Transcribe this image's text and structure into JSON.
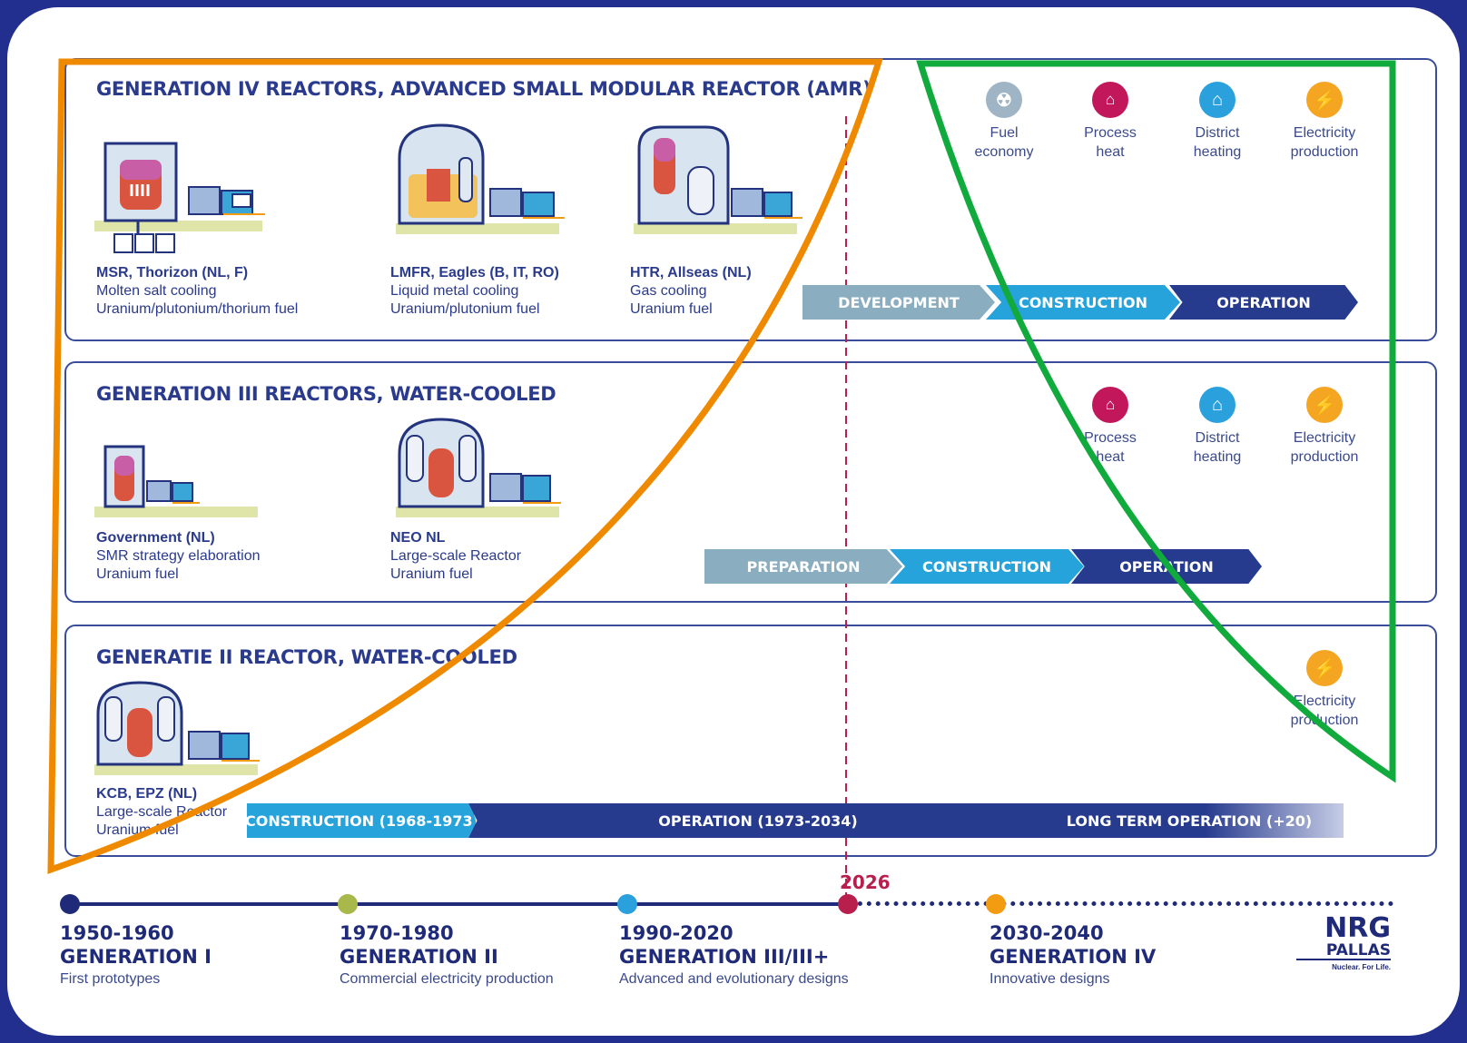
{
  "colors": {
    "frame": "#232f8e",
    "navy": "#1f2a78",
    "stage_grey": "#8aaec0",
    "stage_cyan": "#27a3dc",
    "stage_navy": "#263a8e",
    "orange_annotation": "#ef8a00",
    "green_annotation": "#11aa3c",
    "marker_red": "#b81f4d"
  },
  "sections": {
    "gen4": {
      "title": "GENERATION IV REACTORS, ADVANCED SMALL MODULAR REACTOR (AMR)",
      "reactors": [
        {
          "name": "MSR, Thorizon (NL, F)",
          "line1": "Molten salt cooling",
          "line2": "Uranium/plutonium/thorium fuel"
        },
        {
          "name": "LMFR, Eagles (B, IT, RO)",
          "line1": "Liquid metal cooling",
          "line2": "Uranium/plutonium fuel"
        },
        {
          "name": "HTR, Allseas (NL)",
          "line1": "Gas cooling",
          "line2": "Uranium fuel"
        }
      ],
      "uses": [
        {
          "icon": "radiation-icon",
          "line1": "Fuel",
          "line2": "economy"
        },
        {
          "icon": "factory-icon",
          "line1": "Process",
          "line2": "heat"
        },
        {
          "icon": "house-icon",
          "line1": "District",
          "line2": "heating"
        },
        {
          "icon": "lightning-icon",
          "line1": "Electricity",
          "line2": "production"
        }
      ],
      "stages": [
        "DEVELOPMENT",
        "CONSTRUCTION",
        "OPERATION"
      ]
    },
    "gen3": {
      "title": "GENERATION III REACTORS, WATER-COOLED",
      "reactors": [
        {
          "name": "Government (NL)",
          "line1": "SMR strategy elaboration",
          "line2": "Uranium fuel"
        },
        {
          "name": "NEO NL",
          "line1": "Large-scale Reactor",
          "line2": "Uranium fuel"
        }
      ],
      "uses": [
        {
          "icon": "factory-icon",
          "line1": "Process",
          "line2": "heat"
        },
        {
          "icon": "house-icon",
          "line1": "District",
          "line2": "heating"
        },
        {
          "icon": "lightning-icon",
          "line1": "Electricity",
          "line2": "production"
        }
      ],
      "stages": [
        "PREPARATION",
        "CONSTRUCTION",
        "OPERATION"
      ]
    },
    "gen2": {
      "title": "GENERATIE II REACTOR, WATER-COOLED",
      "reactors": [
        {
          "name": "KCB, EPZ (NL)",
          "line1": "Large-scale Reactor",
          "line2": "Uranium fuel"
        }
      ],
      "uses": [
        {
          "icon": "lightning-icon",
          "line1": "Electricity",
          "line2": "production"
        }
      ],
      "stages": [
        "CONSTRUCTION (1968-1973)",
        "OPERATION (1973-2034)",
        "LONG TERM OPERATION (+20)"
      ]
    }
  },
  "marker_year": "2026",
  "timeline": [
    {
      "years": "1950-1960",
      "gen": "GENERATION I",
      "desc": "First prototypes",
      "color": "#1f2a78"
    },
    {
      "years": "1970-1980",
      "gen": "GENERATION II",
      "desc": "Commercial electricity production",
      "color": "#a8b84a"
    },
    {
      "years": "1990-2020",
      "gen": "GENERATION III/III+",
      "desc": "Advanced and evolutionary designs",
      "color": "#2aa0dc"
    },
    {
      "years": "2030-2040",
      "gen": "GENERATION IV",
      "desc": "Innovative designs",
      "color": "#f39c12"
    }
  ],
  "logo": {
    "line1": "NRG",
    "line2": "PALLAS",
    "tagline": "Nuclear. For Life."
  }
}
